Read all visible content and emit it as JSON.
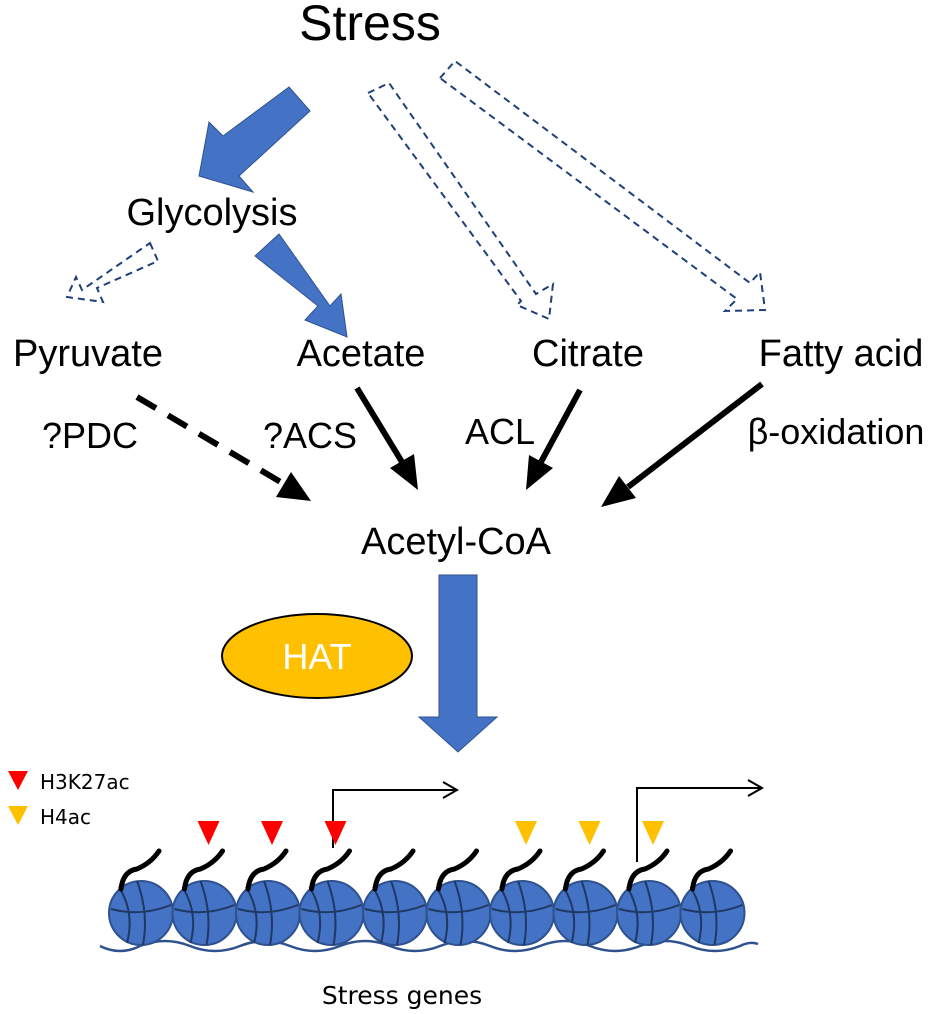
{
  "labels": {
    "stress": "Stress",
    "glycolysis": "Glycolysis",
    "pyruvate": "Pyruvate",
    "acetate": "Acetate",
    "citrate": "Citrate",
    "fatty_acid": "Fatty acid",
    "pdc": "?PDC",
    "acs": "?ACS",
    "acl": "ACL",
    "beta_oxidation": "β-oxidation",
    "acetyl_coa": "Acetyl-CoA",
    "hat": "HAT",
    "stress_genes": "Stress genes"
  },
  "legend": {
    "items": [
      {
        "label": "H3K27ac",
        "color": "#ff0000"
      },
      {
        "label": "H4ac",
        "color": "#ffc000"
      }
    ]
  },
  "colors": {
    "arrow_blue": "#4472c4",
    "hat_fill": "#ffc000",
    "h3k27ac_mark": "#ff0000",
    "h4ac_mark": "#ffc000",
    "nucleosome": "#4472c4"
  },
  "nucleosomes": {
    "count": 10,
    "marks": [
      "none",
      "H3K27ac",
      "H3K27ac",
      "H3K27ac",
      "none",
      "none",
      "H4ac",
      "H4ac",
      "H4ac",
      "none"
    ]
  }
}
